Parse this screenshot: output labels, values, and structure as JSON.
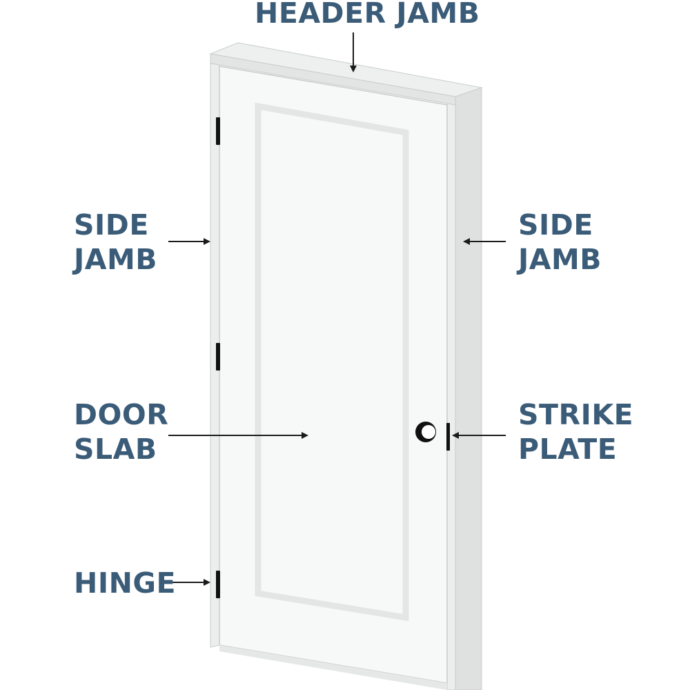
{
  "colors": {
    "label_text": "#3b5c78",
    "arrow": "#1a1a1a",
    "door_face": "#f7f8f8",
    "jamb_side": "#dfe1e1",
    "jamb_face": "#eceeee",
    "outline": "#d0d3d3",
    "hardware": "#111111"
  },
  "labels": {
    "header_jamb": "HEADER JAMB",
    "side_jamb_left": [
      "SIDE",
      "JAMB"
    ],
    "side_jamb_right": [
      "SIDE",
      "JAMB"
    ],
    "door_slab": [
      "DOOR",
      "SLAB"
    ],
    "strike_plate": [
      "STRIKE",
      "PLATE"
    ],
    "hinge": "HINGE"
  },
  "icons": {
    "door": "door-icon",
    "hinge": "hinge-icon",
    "knob": "doorknob-icon",
    "strike_plate": "strike-plate-icon",
    "arrow": "arrow-icon"
  }
}
